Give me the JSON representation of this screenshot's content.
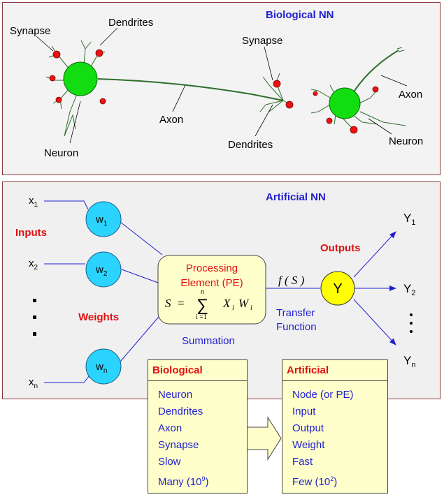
{
  "bio": {
    "title": "Biological NN",
    "labels": {
      "synapse_left": "Synapse",
      "dendrites_left": "Dendrites",
      "neuron_left": "Neuron",
      "axon_mid": "Axon",
      "synapse_right": "Synapse",
      "dendrites_right": "Dendrites",
      "axon_right": "Axon",
      "neuron_right": "Neuron"
    }
  },
  "ann": {
    "title": "Artificial NN",
    "inputs_label": "Inputs",
    "weights_label": "Weights",
    "outputs_label": "Outputs",
    "summation_label": "Summation",
    "pe_line1": "Processing",
    "pe_line2": "Element (PE)",
    "transfer_line1": "Transfer",
    "transfer_line2": "Function",
    "f_of_s": "f ( S )",
    "output_node": "Y",
    "inputs": [
      {
        "base": "x",
        "sub": "1"
      },
      {
        "base": "x",
        "sub": "2"
      },
      {
        "base": "x",
        "sub": "n"
      }
    ],
    "weights": [
      {
        "base": "w",
        "sub": "1"
      },
      {
        "base": "w",
        "sub": "2"
      },
      {
        "base": "w",
        "sub": "n"
      }
    ],
    "outputs": [
      {
        "base": "Y",
        "sub": "1"
      },
      {
        "base": "Y",
        "sub": "2"
      },
      {
        "base": "Y",
        "sub": "n"
      }
    ],
    "formula": {
      "lhs": "S",
      "eq": "=",
      "sum": "∑",
      "top": "n",
      "bottom": "i =1",
      "term_x": "X",
      "term_w": "W",
      "idx": "i"
    }
  },
  "table": {
    "bio_header": "Biological",
    "art_header": "Artificial",
    "bio_rows": [
      "Neuron",
      "Dendrites",
      "Axon",
      "Synapse",
      "Slow",
      "Many (10"
    ],
    "bio_last_sup": "9",
    "art_rows": [
      "Node (or PE)",
      "Input",
      "Output",
      "Weight",
      "Fast",
      "Few (10"
    ],
    "art_last_sup": "2",
    "close_paren": ")"
  },
  "colors": {
    "neuron_green": "#11dd11",
    "synapse_red": "#ee1111",
    "axon_green": "#2e6e2e",
    "weight_cyan": "#2ad4ff",
    "pe_fill": "#ffffcc",
    "y_fill": "#ffff00",
    "arrow_blue": "#1f1fcf",
    "heading_blue": "#1f1fcf",
    "heading_red": "#e01010"
  }
}
